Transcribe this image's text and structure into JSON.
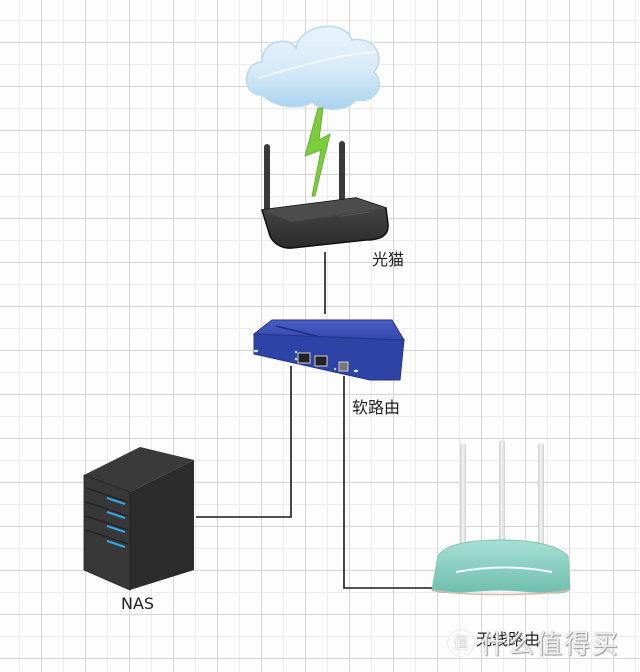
{
  "diagram": {
    "title": "Home network topology",
    "nodes": [
      {
        "id": "internet",
        "label": "",
        "icon": "cloud-icon"
      },
      {
        "id": "modem",
        "label": "光猫",
        "icon": "modem-icon"
      },
      {
        "id": "soft_router",
        "label": "软路由",
        "icon": "soft-router-icon"
      },
      {
        "id": "nas",
        "label": "NAS",
        "icon": "nas-server-icon"
      },
      {
        "id": "wireless_router",
        "label": "无线路由",
        "icon": "wireless-router-icon"
      }
    ],
    "edges": [
      {
        "from": "internet",
        "to": "modem",
        "type": "wireless-signal"
      },
      {
        "from": "modem",
        "to": "soft_router",
        "type": "cable"
      },
      {
        "from": "soft_router",
        "to": "nas",
        "type": "cable"
      },
      {
        "from": "soft_router",
        "to": "wireless_router",
        "type": "cable"
      }
    ]
  },
  "labels": {
    "modem": "光猫",
    "soft_router": "软路由",
    "nas": "NAS",
    "wireless_router": "无线路由"
  },
  "watermark": {
    "logo": "值",
    "text": "什么值得买"
  },
  "colors": {
    "cable": "#1a1a1a",
    "cloud": "#bcdcf2",
    "lightning": "#7ccc3c",
    "modem": "#333333",
    "soft_router": "#2f43a6",
    "nas": "#2e2e2e",
    "nas_led": "#2ea8e6",
    "wireless_router": "#8fd3c4",
    "antenna": "#e0e0e0"
  }
}
